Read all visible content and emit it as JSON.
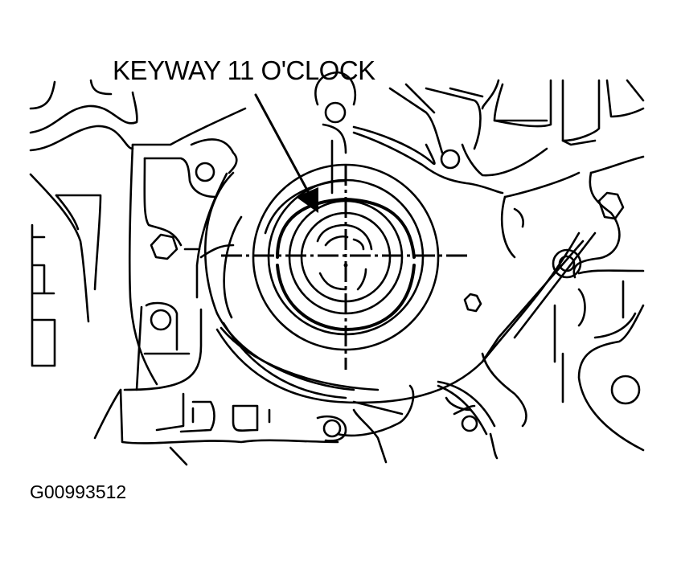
{
  "figure": {
    "callout_label": "KEYWAY 11 O'CLOCK",
    "figure_id": "G00993512",
    "subject": "crankshaft front seal / oil pump housing with keyway position",
    "icons": {
      "arrow": "pointer-arrow-icon",
      "centerline": "crosshair-centerline-icon"
    },
    "colors": {
      "line": "#000000",
      "background": "#ffffff"
    }
  }
}
